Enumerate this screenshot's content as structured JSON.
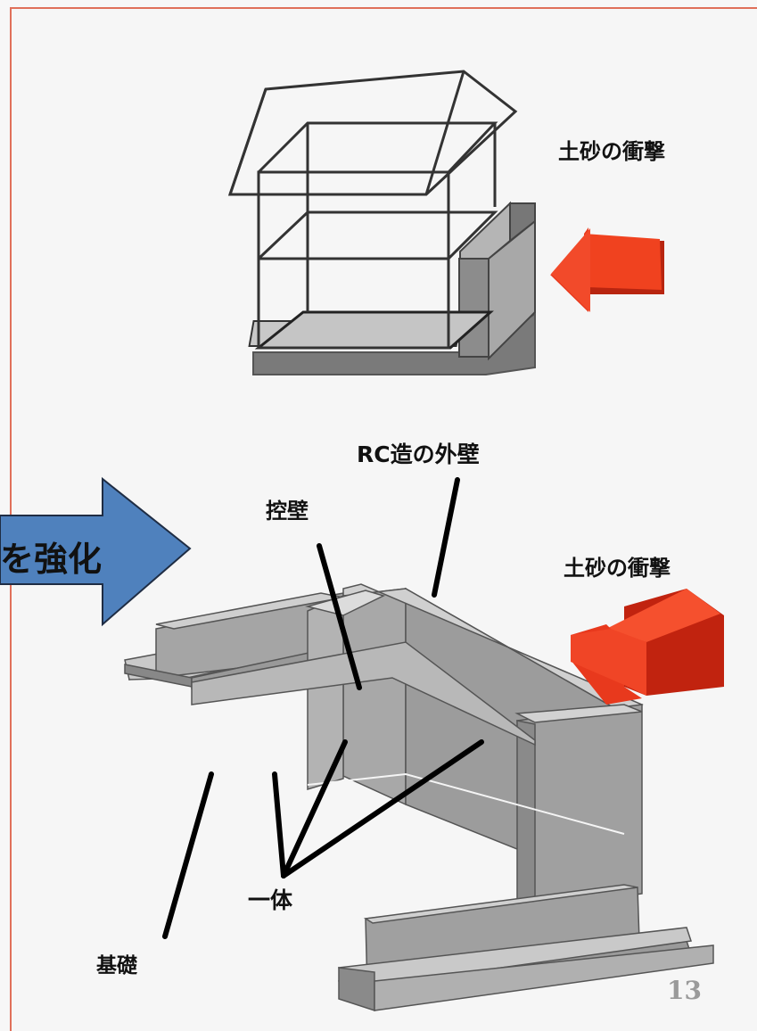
{
  "top_diagram": {
    "label_impact": "土砂の衝撃"
  },
  "bottom_diagram": {
    "label_rc_wall": "RC造の外壁",
    "label_buttress": "控壁",
    "label_impact": "土砂の衝撃",
    "label_foundation": "基礎",
    "label_integrated": "一体"
  },
  "left_arrow": {
    "text": "を強化",
    "color": "#4f81bd"
  },
  "colors": {
    "impact_arrow": "#e8391d",
    "wall_gray": "#a9a9a9",
    "frame_border": "#e0705a"
  },
  "page_number": "13"
}
